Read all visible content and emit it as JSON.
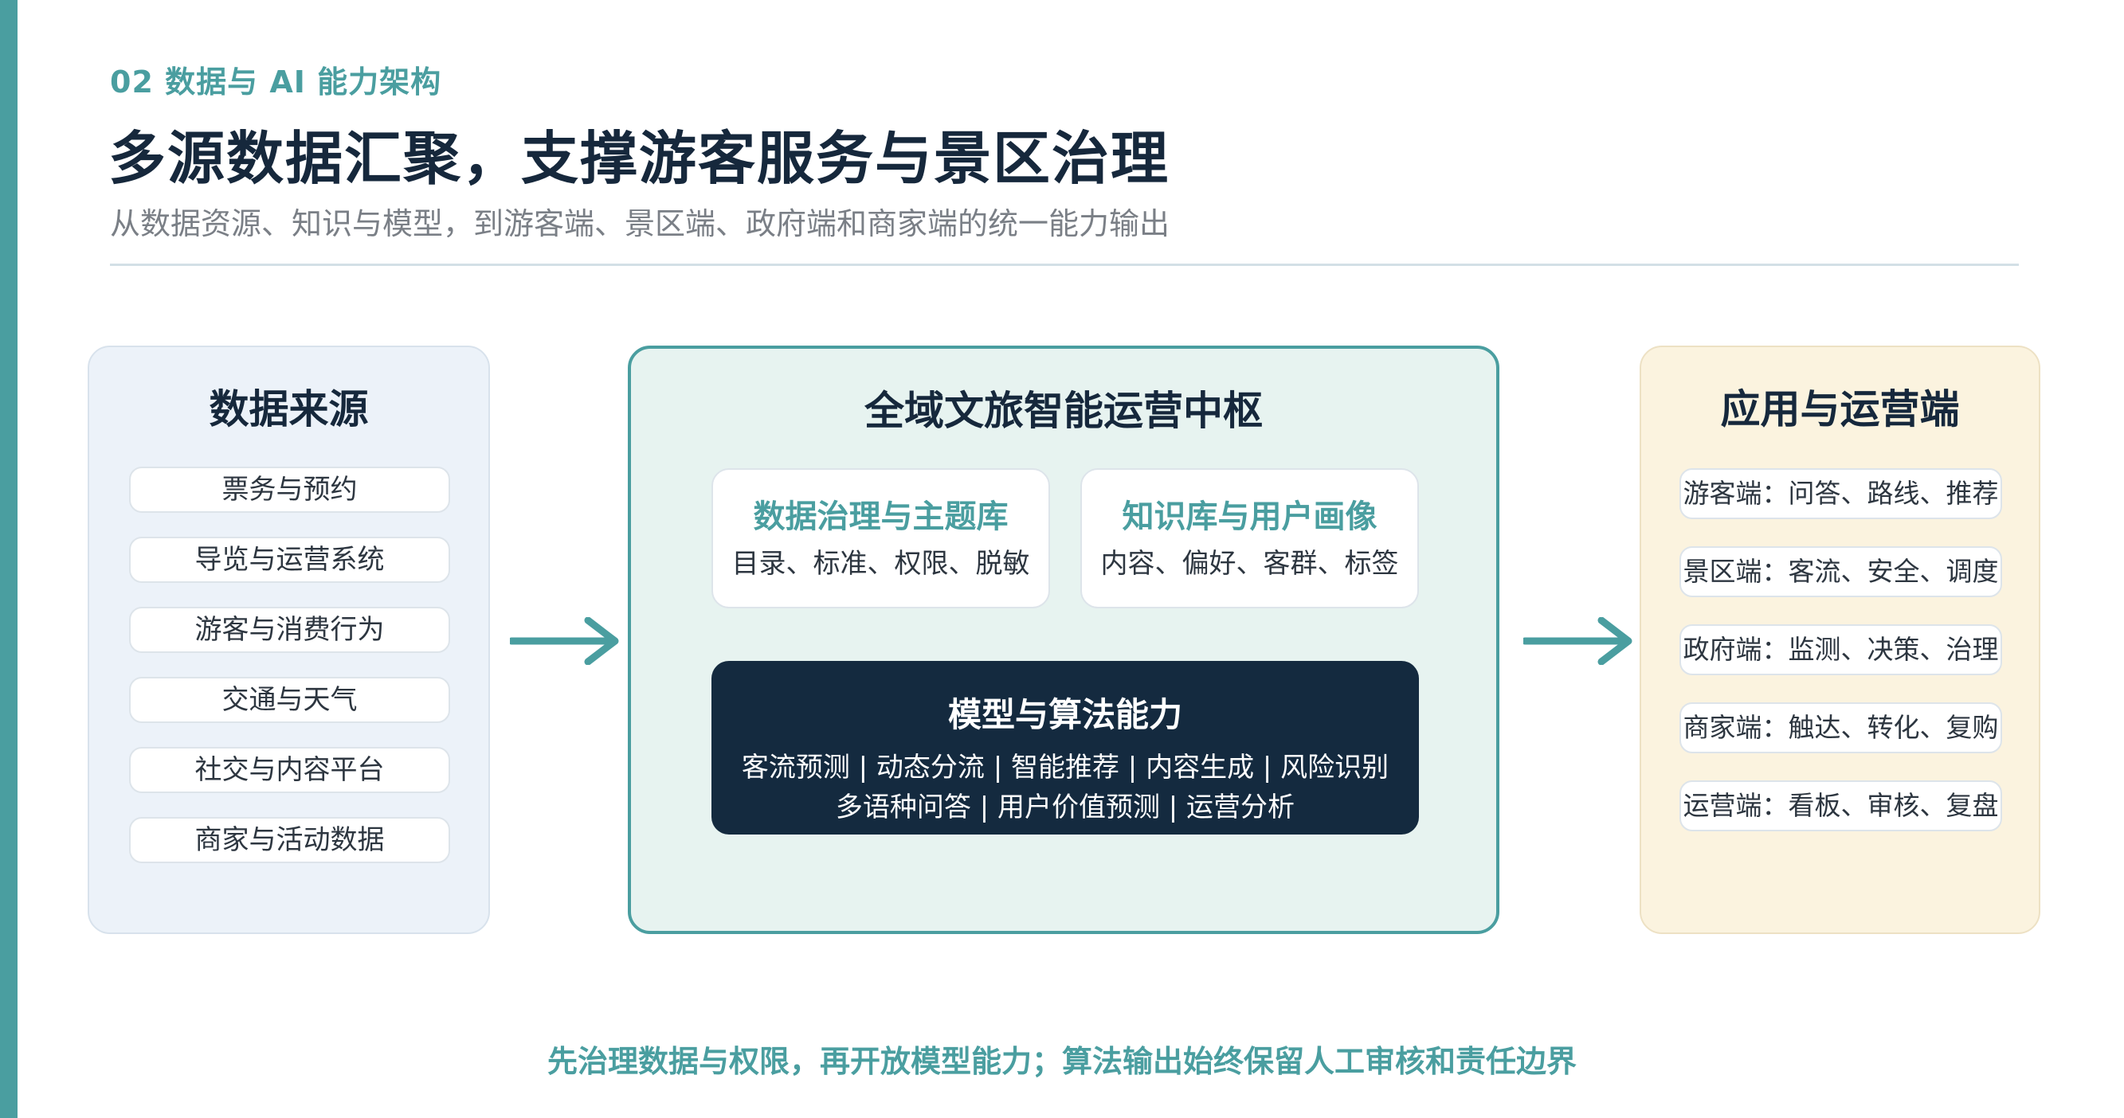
{
  "header": {
    "eyebrow": "02 数据与 AI 能力架构",
    "title": "多源数据汇聚，支撑游客服务与景区治理",
    "subtitle": "从数据资源、知识与模型，到游客端、景区端、政府端和商家端的统一能力输出"
  },
  "sources": {
    "title": "数据来源",
    "items": [
      "票务与预约",
      "导览与运营系统",
      "游客与消费行为",
      "交通与天气",
      "社交与内容平台",
      "商家与活动数据"
    ]
  },
  "hub": {
    "title": "全域文旅智能运营中枢",
    "cards": [
      {
        "title": "数据治理与主题库",
        "body": "目录、标准、权限、脱敏"
      },
      {
        "title": "知识库与用户画像",
        "body": "内容、偏好、客群、标签"
      }
    ],
    "model": {
      "title": "模型与算法能力",
      "line1": "客流预测 | 动态分流 | 智能推荐 | 内容生成 | 风险识别",
      "line2": "多语种问答 | 用户价值预测 | 运营分析"
    }
  },
  "apps": {
    "title": "应用与运营端",
    "items": [
      "游客端：问答、路线、推荐",
      "景区端：客流、安全、调度",
      "政府端：监测、决策、治理",
      "商家端：触达、转化、复购",
      "运营端：看板、审核、复盘"
    ]
  },
  "footer": "先治理数据与权限，再开放模型能力；算法输出始终保留人工审核和责任边界",
  "colors": {
    "accent": "#4a9ea0",
    "navy": "#16283c",
    "model_bg": "#142a3f",
    "left_panel_bg": "#ecf2f9",
    "center_panel_bg": "#e7f3f0",
    "right_panel_bg": "#fbf3df"
  }
}
